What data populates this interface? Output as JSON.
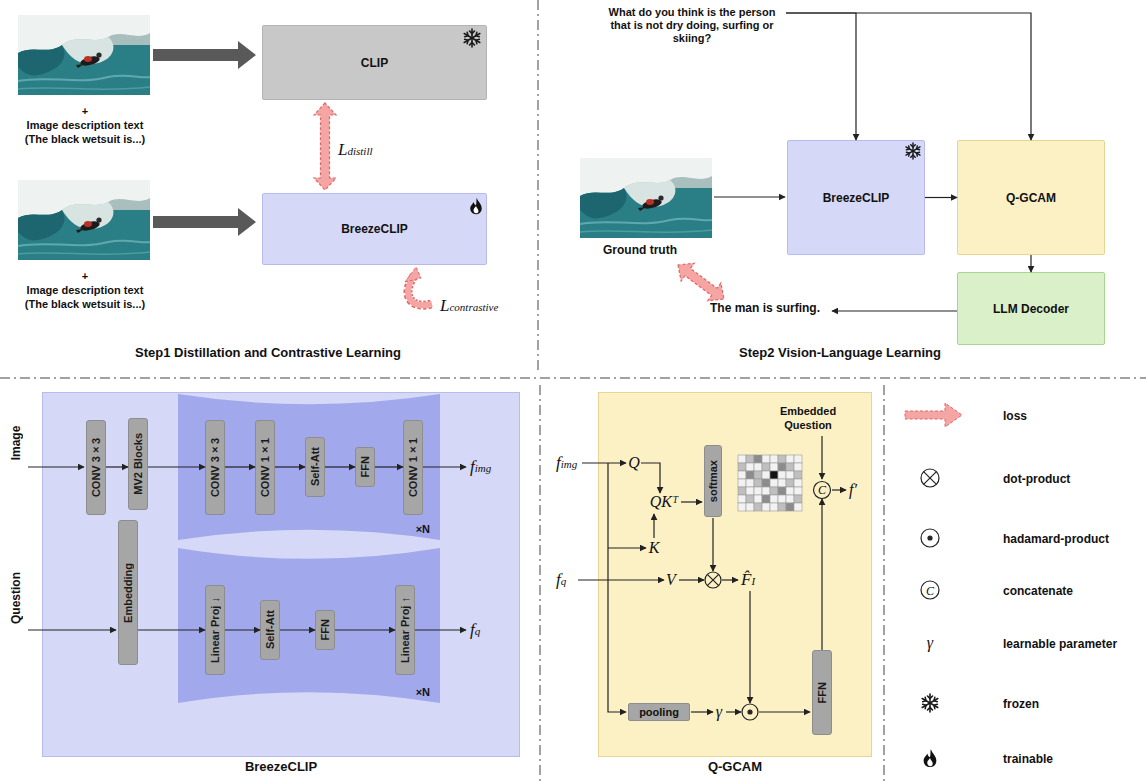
{
  "diagram": {
    "nodes": [
      {
        "text": [
          "+",
          "Image description text (The black wetsuit is...)"
        ]
      },
      {
        "text": [
          "CLIP"
        ]
      },
      {
        "text": [
          "+",
          "Image description text (The black wetsuit is...)"
        ]
      },
      {
        "text": [
          "BreezeCLIP"
        ]
      },
      {
        "text": [
          "What do you think is the person that is not dry doing, surfing or skiing?"
        ]
      },
      {
        "text": [
          "BreezeCLIP"
        ]
      },
      {
        "text": [
          "Q-GCAM"
        ]
      },
      {
        "text": [
          "Ground truth"
        ]
      },
      {
        "text": [
          "LLM Decoder"
        ]
      },
      {
        "text": [
          "The man is surfing."
        ]
      },
      {
        "text": [
          "BreezeCLIP"
        ]
      },
      {
        "text": [
          "CONV 3×3"
        ],
        "in": 10
      },
      {
        "text": [
          "MV2 Blocks"
        ],
        "in": 10
      },
      {
        "text": [
          "×N"
        ],
        "in": 10
      },
      {
        "text": [
          "CONV 3×3"
        ],
        "in": 13
      },
      {
        "text": [
          "CONV 1×1"
        ],
        "in": 13
      },
      {
        "text": [
          "Self-Att"
        ],
        "in": 13
      },
      {
        "text": [
          "FFN"
        ],
        "in": 13
      },
      {
        "text": [
          "CONV 1×1"
        ],
        "in": 13
      },
      {
        "text": [
          "Embedding"
        ],
        "in": 10
      },
      {
        "text": [
          "×N"
        ],
        "in": 10
      },
      {
        "text": [
          "Linear Proj ↓"
        ],
        "in": 20
      },
      {
        "text": [
          "Self-Att"
        ],
        "in": 20
      },
      {
        "text": [
          "FFN"
        ],
        "in": 20
      },
      {
        "text": [
          "Linear Proj ↑"
        ],
        "in": 20
      },
      {
        "text": [
          "Q-GCAM"
        ]
      },
      {
        "text": [
          "softmax"
        ],
        "in": 25
      },
      {
        "text": [
          "C"
        ],
        "in": 25
      },
      {
        "text": [
          "FFN"
        ],
        "in": 25
      },
      {
        "text": [
          "pooling"
        ],
        "in": 25
      }
    ],
    "edges": [
      {
        "from": 0,
        "to": 1,
        "arrow": "to"
      },
      {
        "from": 2,
        "to": 3,
        "arrow": "to"
      },
      {
        "from": 1,
        "to": 3,
        "arrow": "both",
        "label": "Ldistill"
      },
      {
        "from": 4,
        "to": 5,
        "arrow": "to"
      },
      {
        "from": 4,
        "to": 6,
        "arrow": "to"
      },
      {
        "from": 5,
        "to": 6,
        "arrow": "to"
      },
      {
        "from": 6,
        "to": 8,
        "arrow": "to"
      },
      {
        "from": 8,
        "to": 9,
        "arrow": "to"
      },
      {
        "from": 7,
        "to": 9,
        "arrow": "both"
      },
      {
        "from": 11,
        "to": 12,
        "arrow": "to"
      },
      {
        "from": 12,
        "to": 14,
        "arrow": "to"
      },
      {
        "from": 14,
        "to": 15,
        "arrow": "to"
      },
      {
        "from": 15,
        "to": 16,
        "arrow": "to"
      },
      {
        "from": 16,
        "to": 17,
        "arrow": "to"
      },
      {
        "from": 17,
        "to": 18,
        "arrow": "to"
      },
      {
        "from": 19,
        "to": 21,
        "arrow": "to"
      },
      {
        "from": 21,
        "to": 22,
        "arrow": "to"
      },
      {
        "from": 22,
        "to": 23,
        "arrow": "to"
      },
      {
        "from": 23,
        "to": 24,
        "arrow": "to"
      },
      {
        "from": 28,
        "to": 27,
        "arrow": "to"
      }
    ],
    "labels": [
      "Lcontrastive",
      "Step1 Distillation and Contrastive Learning",
      "Step2 Vision-Language Learning",
      "Image",
      "fimg",
      "fq",
      "Question",
      "Embedded Question",
      "fimg",
      "Q",
      "QKᵀ",
      "K",
      "fq",
      "V",
      "F̂I",
      "γ",
      "f′",
      "C",
      "γ"
    ],
    "legend": [
      {
        "text": "loss"
      },
      {
        "text": "dot-product"
      },
      {
        "text": "hadamard-product"
      },
      {
        "text": "concatenate"
      },
      {
        "text": "learnable parameter"
      },
      {
        "text": "frozen"
      },
      {
        "text": "trainable"
      }
    ]
  }
}
